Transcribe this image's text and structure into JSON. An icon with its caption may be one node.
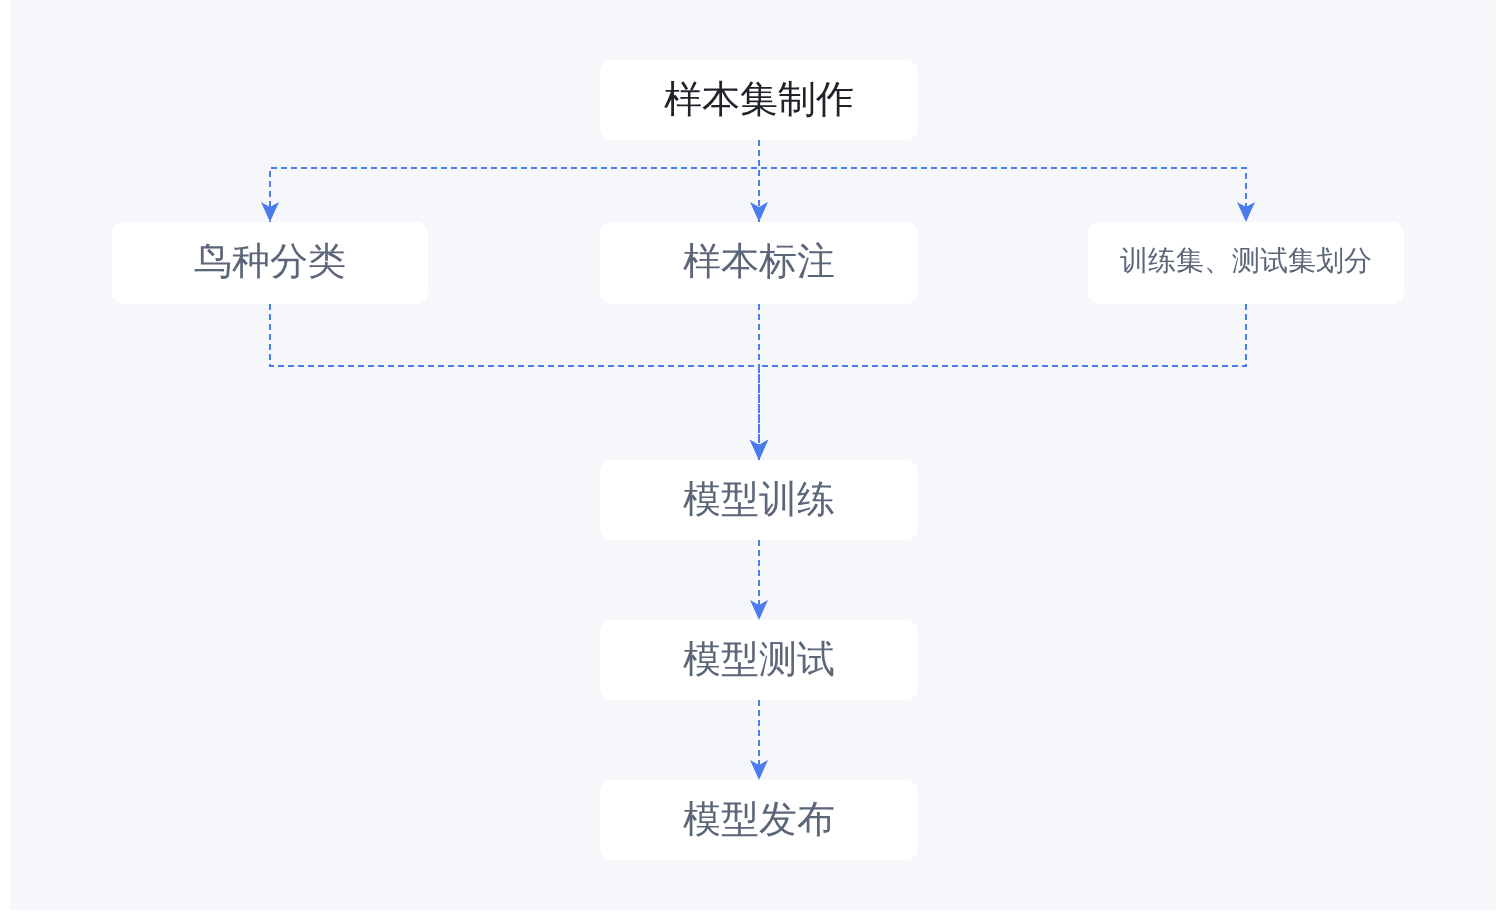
{
  "diagram": {
    "nodes": [
      {
        "text": [
          "样本集制作"
        ]
      },
      {
        "text": [
          "鸟种分类"
        ]
      },
      {
        "text": [
          "样本标注"
        ]
      },
      {
        "text": [
          "训练集、测试集划分"
        ]
      },
      {
        "text": [
          "模型训练"
        ]
      },
      {
        "text": [
          "模型测试"
        ]
      },
      {
        "text": [
          "模型发布"
        ]
      }
    ],
    "edges": [
      {
        "from": 0,
        "to": 1,
        "arrow": "to",
        "style": "dashed"
      },
      {
        "from": 0,
        "to": 2,
        "arrow": "to",
        "style": "dashed"
      },
      {
        "from": 0,
        "to": 3,
        "arrow": "to",
        "style": "dashed"
      },
      {
        "from": 1,
        "to": 4,
        "arrow": "to",
        "style": "dashed"
      },
      {
        "from": 2,
        "to": 4,
        "arrow": "to",
        "style": "dashed"
      },
      {
        "from": 3,
        "to": 4,
        "arrow": "to",
        "style": "dashed"
      },
      {
        "from": 4,
        "to": 5,
        "arrow": "to",
        "style": "dashed"
      },
      {
        "from": 5,
        "to": 6,
        "arrow": "to",
        "style": "dashed"
      }
    ]
  }
}
